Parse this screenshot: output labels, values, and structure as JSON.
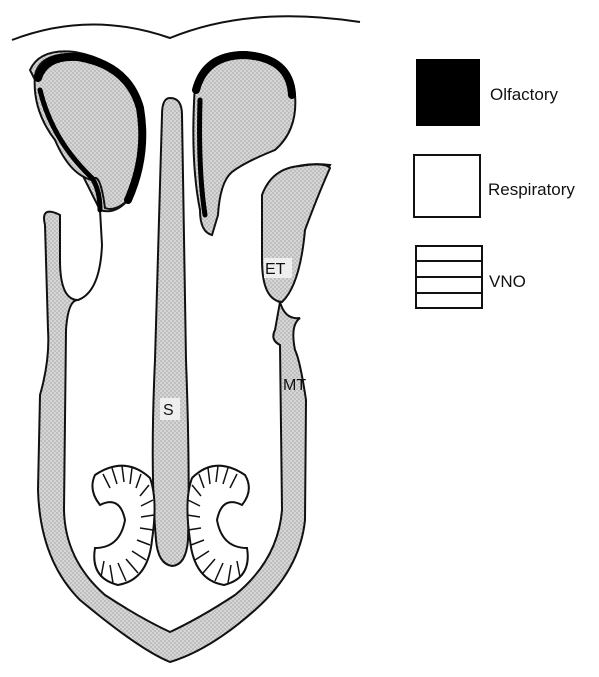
{
  "legend": {
    "items": [
      {
        "label": "Olfactory",
        "fill": "#000000"
      },
      {
        "label": "Respiratory",
        "fill": "#ffffff"
      },
      {
        "label": "VNO",
        "fill": "striped"
      }
    ]
  },
  "labels": {
    "septum": "S",
    "ethmoturbinate": "ET",
    "maxilloturbinate": "MT"
  },
  "colors": {
    "tissue": "#c9c9c9",
    "outline": "#111111",
    "olfactory": "#000000"
  }
}
